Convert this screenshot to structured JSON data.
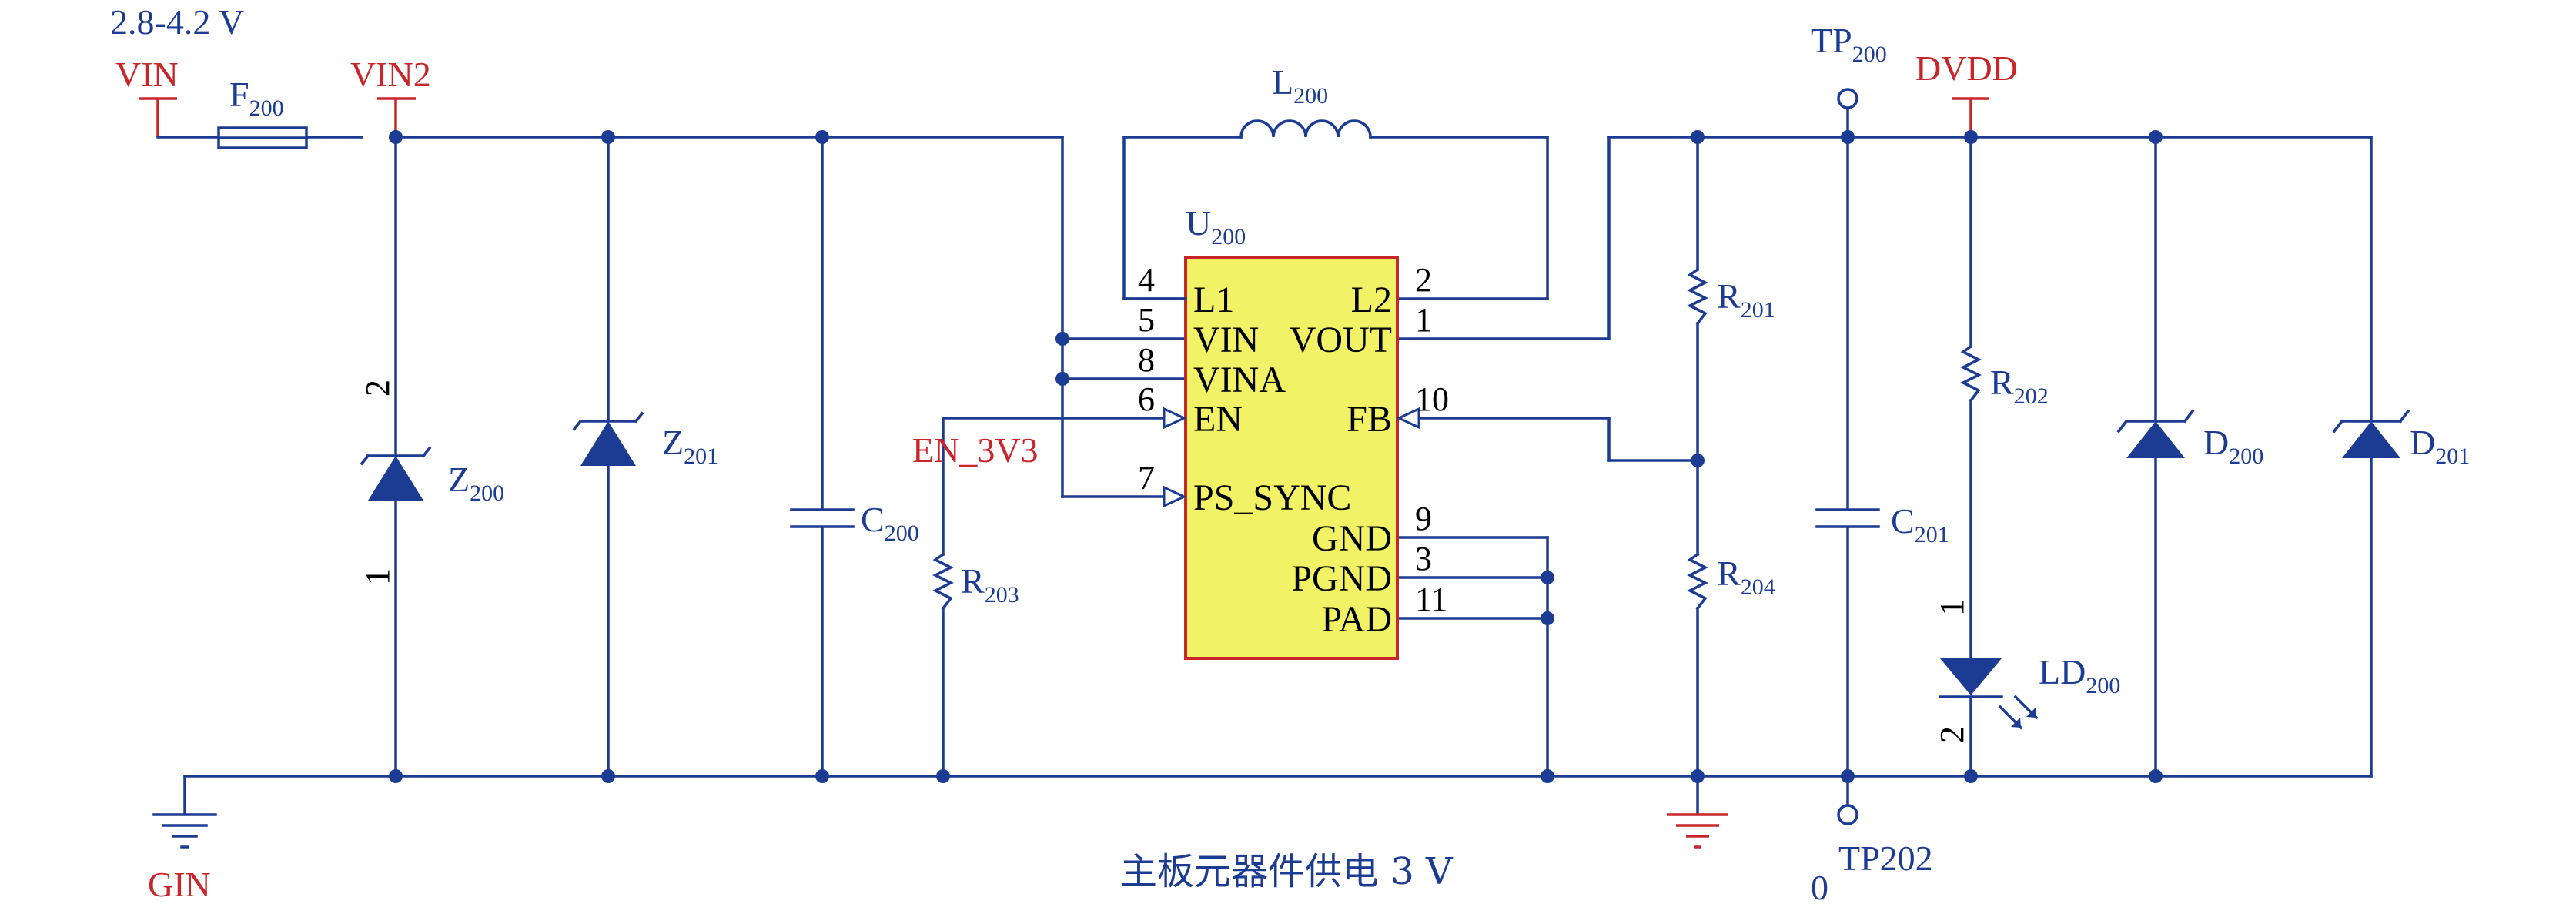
{
  "supply": {
    "range": "2.8-4.2 V",
    "vin": "VIN",
    "vin2": "VIN2",
    "gin": "GIN",
    "dvdd": "DVDD",
    "en_net": "EN_3V3"
  },
  "parts": {
    "F200": {
      "base": "F",
      "sub": "200"
    },
    "L200": {
      "base": "L",
      "sub": "200"
    },
    "U200": {
      "base": "U",
      "sub": "200"
    },
    "Z200": {
      "base": "Z",
      "sub": "200"
    },
    "Z201": {
      "base": "Z",
      "sub": "201"
    },
    "C200": {
      "base": "C",
      "sub": "200"
    },
    "C201": {
      "base": "C",
      "sub": "201"
    },
    "R201": {
      "base": "R",
      "sub": "201"
    },
    "R202": {
      "base": "R",
      "sub": "202"
    },
    "R203": {
      "base": "R",
      "sub": "203"
    },
    "R204": {
      "base": "R",
      "sub": "204"
    },
    "D200": {
      "base": "D",
      "sub": "200"
    },
    "D201": {
      "base": "D",
      "sub": "201"
    },
    "LD200": {
      "base": "LD",
      "sub": "200"
    },
    "TP200": {
      "base": "TP",
      "sub": "200"
    }
  },
  "tp202": "TP202",
  "tp202_value": "0",
  "z200_pins": {
    "top": "2",
    "bottom": "1"
  },
  "ld200_pins": {
    "top": "1",
    "bottom": "2"
  },
  "ic": {
    "left_pins": [
      {
        "num": "4",
        "name": "L1"
      },
      {
        "num": "5",
        "name": "VIN"
      },
      {
        "num": "8",
        "name": "VINA"
      },
      {
        "num": "6",
        "name": "EN"
      },
      {
        "num": "7",
        "name": "PS_SYNC"
      }
    ],
    "right_pins": [
      {
        "num": "2",
        "name": "L2"
      },
      {
        "num": "1",
        "name": "VOUT"
      },
      {
        "num": "10",
        "name": "FB"
      },
      {
        "num": "9",
        "name": "GND"
      },
      {
        "num": "3",
        "name": "PGND"
      },
      {
        "num": "11",
        "name": "PAD"
      }
    ]
  },
  "caption": "主板元器件供电 3 V",
  "colors": {
    "wire": "#1c3c94",
    "net_label": "#c8262b",
    "ic_fill": "#f2f266",
    "ic_border": "#c8262b"
  }
}
